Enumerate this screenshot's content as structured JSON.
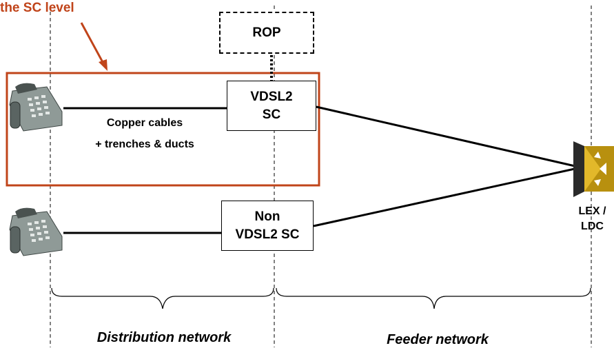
{
  "callout": {
    "text": "the SC level",
    "color": "#c0441a"
  },
  "boxes": {
    "rop": "ROP",
    "vdsl2_sc": [
      "VDSL2",
      "SC"
    ],
    "non_vdsl2_sc": [
      "Non",
      "VDSL2 SC"
    ]
  },
  "copper_label": [
    "Copper cables",
    "+ trenches & ducts"
  ],
  "exchange_label": [
    "LEX /",
    "LDC"
  ],
  "segments": {
    "distribution": "Distribution network",
    "feeder": "Feeder network"
  },
  "colors": {
    "highlight": "#c0441a",
    "line": "#000000",
    "exchange": "#b8900f"
  },
  "icons": [
    "telephone-icon",
    "telephone-icon",
    "exchange-icon",
    "arrow-icon"
  ]
}
